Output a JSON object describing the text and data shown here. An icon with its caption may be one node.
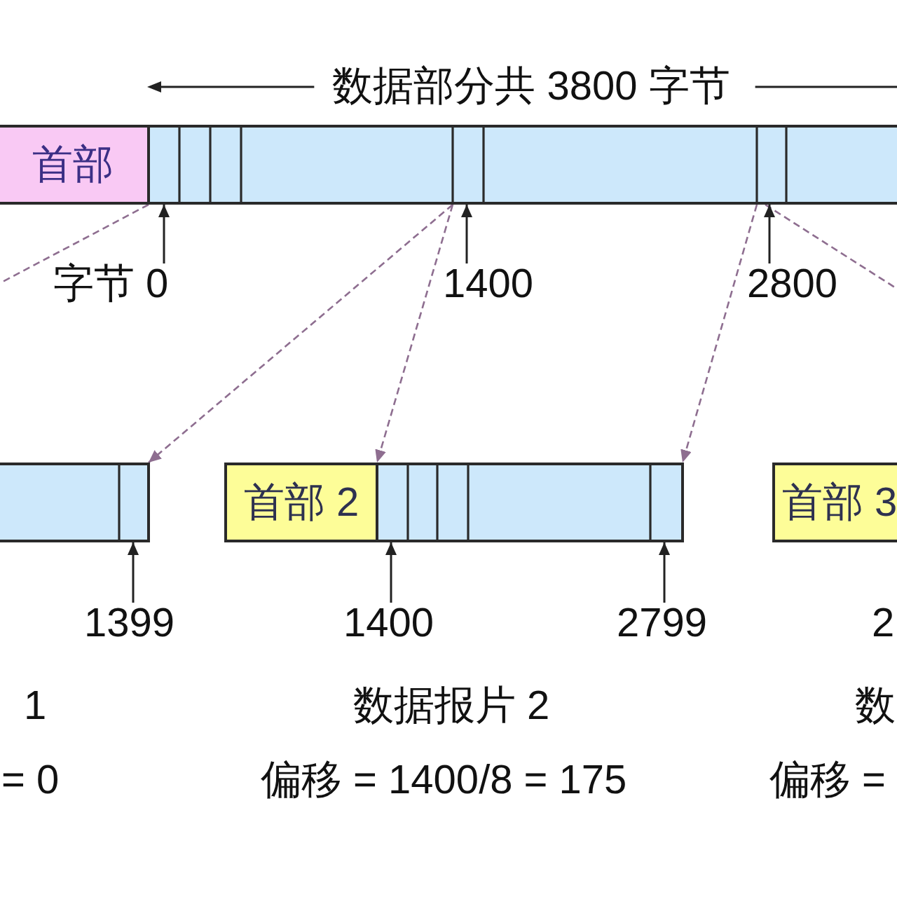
{
  "diagram": {
    "nodes": [
      {
        "text": [
          "首部"
        ]
      },
      {
        "text": [],
        "shape": "bar"
      },
      {
        "text": [
          "字节 0"
        ]
      },
      {
        "text": [
          "1400"
        ]
      },
      {
        "text": [
          "2800"
        ]
      },
      {
        "text": [],
        "shape": "bar"
      },
      {
        "text": [
          "首部 2"
        ]
      },
      {
        "text": [],
        "shape": "bar"
      },
      {
        "text": [
          "首部 3"
        ]
      },
      {
        "text": [
          "1399"
        ]
      },
      {
        "text": [
          "1400"
        ]
      },
      {
        "text": [
          "2799"
        ]
      }
    ],
    "edges": [
      {
        "from": 1,
        "to": null,
        "arrow": "none",
        "style": "dashed",
        "color": "#8e6e90"
      },
      {
        "from": 1,
        "to": 5,
        "arrow": "to",
        "style": "dashed",
        "color": "#8e6e90"
      },
      {
        "from": 1,
        "to": 7,
        "arrow": "to",
        "style": "dashed",
        "color": "#8e6e90"
      },
      {
        "from": 1,
        "to": 7,
        "arrow": "to",
        "style": "dashed",
        "color": "#8e6e90"
      },
      {
        "from": 1,
        "to": null,
        "arrow": "none",
        "style": "dashed",
        "color": "#8e6e90"
      },
      {
        "from": 2,
        "to": 1,
        "arrow": "to"
      },
      {
        "from": 3,
        "to": 1,
        "arrow": "to"
      },
      {
        "from": 4,
        "to": 1,
        "arrow": "to"
      },
      {
        "from": 9,
        "to": 5,
        "arrow": "to"
      },
      {
        "from": 10,
        "to": 7,
        "arrow": "to"
      },
      {
        "from": 11,
        "to": 7,
        "arrow": "to"
      }
    ],
    "labels": [
      "数据部分共 3800 字节",
      "2",
      "1",
      "数据报片 2",
      "数",
      "= 0",
      "偏移 = 1400/8 = 175",
      "偏移 ="
    ]
  }
}
